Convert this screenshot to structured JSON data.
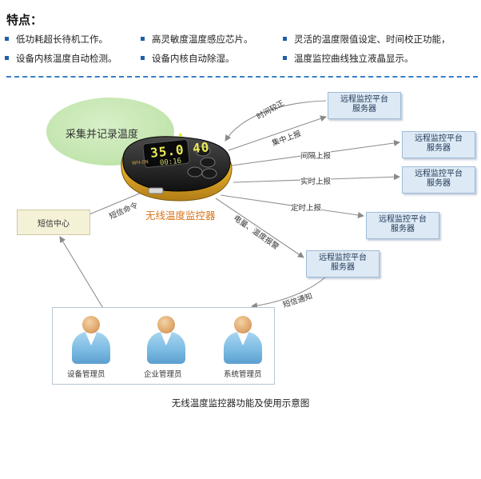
{
  "header": {
    "title": "特点："
  },
  "features": [
    "低功耗超长待机工作。",
    "高灵敏度温度感应芯片。",
    "灵活的温度限值设定、时间校正功能，",
    "设备内核温度自动检测。",
    "设备内核自动除湿。",
    "温度监控曲线独立液晶显示。"
  ],
  "diagram": {
    "collect_label": "采集并记录温度",
    "device": {
      "name": "无线温度监控器",
      "display_reading": "35.0 40",
      "display_bottom": "00:16",
      "brand": "WH-0N"
    },
    "sms_center": "短信中心",
    "server_line1": "远程监控平台",
    "server_line2": "服务器",
    "edges": {
      "time_sync": "时间较正",
      "centralized": "集中上报",
      "interval": "间隔上报",
      "realtime": "实时上报",
      "scheduled": "定时上报",
      "power_temp_alarm": "电量、温度报警",
      "sms_command": "短信命令",
      "sms_notify": "短信通知"
    },
    "admins": [
      "设备管理员",
      "企业管理员",
      "系统管理员"
    ],
    "caption": "无线温度监控器功能及使用示意图"
  },
  "colors": {
    "accent_blue": "#1f5fa8",
    "divider": "#3a7fc6",
    "server_fill": "#dde9f4",
    "device_label": "#d8741a",
    "ellipse_green": "#c4e6b0",
    "sms_fill": "#f4f1d7"
  }
}
